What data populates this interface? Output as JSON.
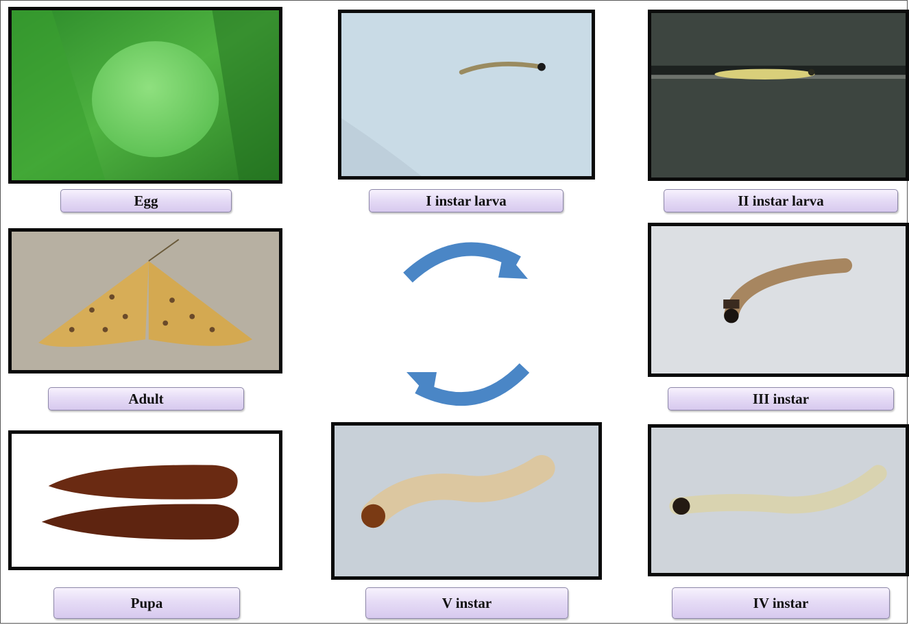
{
  "stages": {
    "egg": "Egg",
    "instar1": "I instar larva",
    "instar2": "II instar larva",
    "instar3": "III instar",
    "instar4": "IV instar",
    "instar5": "V instar",
    "pupa": "Pupa",
    "adult": "Adult"
  },
  "colors": {
    "arrow": "#4a86c6",
    "label_fill": "#e6dcf6",
    "photo_border": "#0a0a0a"
  },
  "icons": {
    "top_arrow": "curved-arrow-right-icon",
    "bottom_arrow": "curved-arrow-left-icon"
  }
}
